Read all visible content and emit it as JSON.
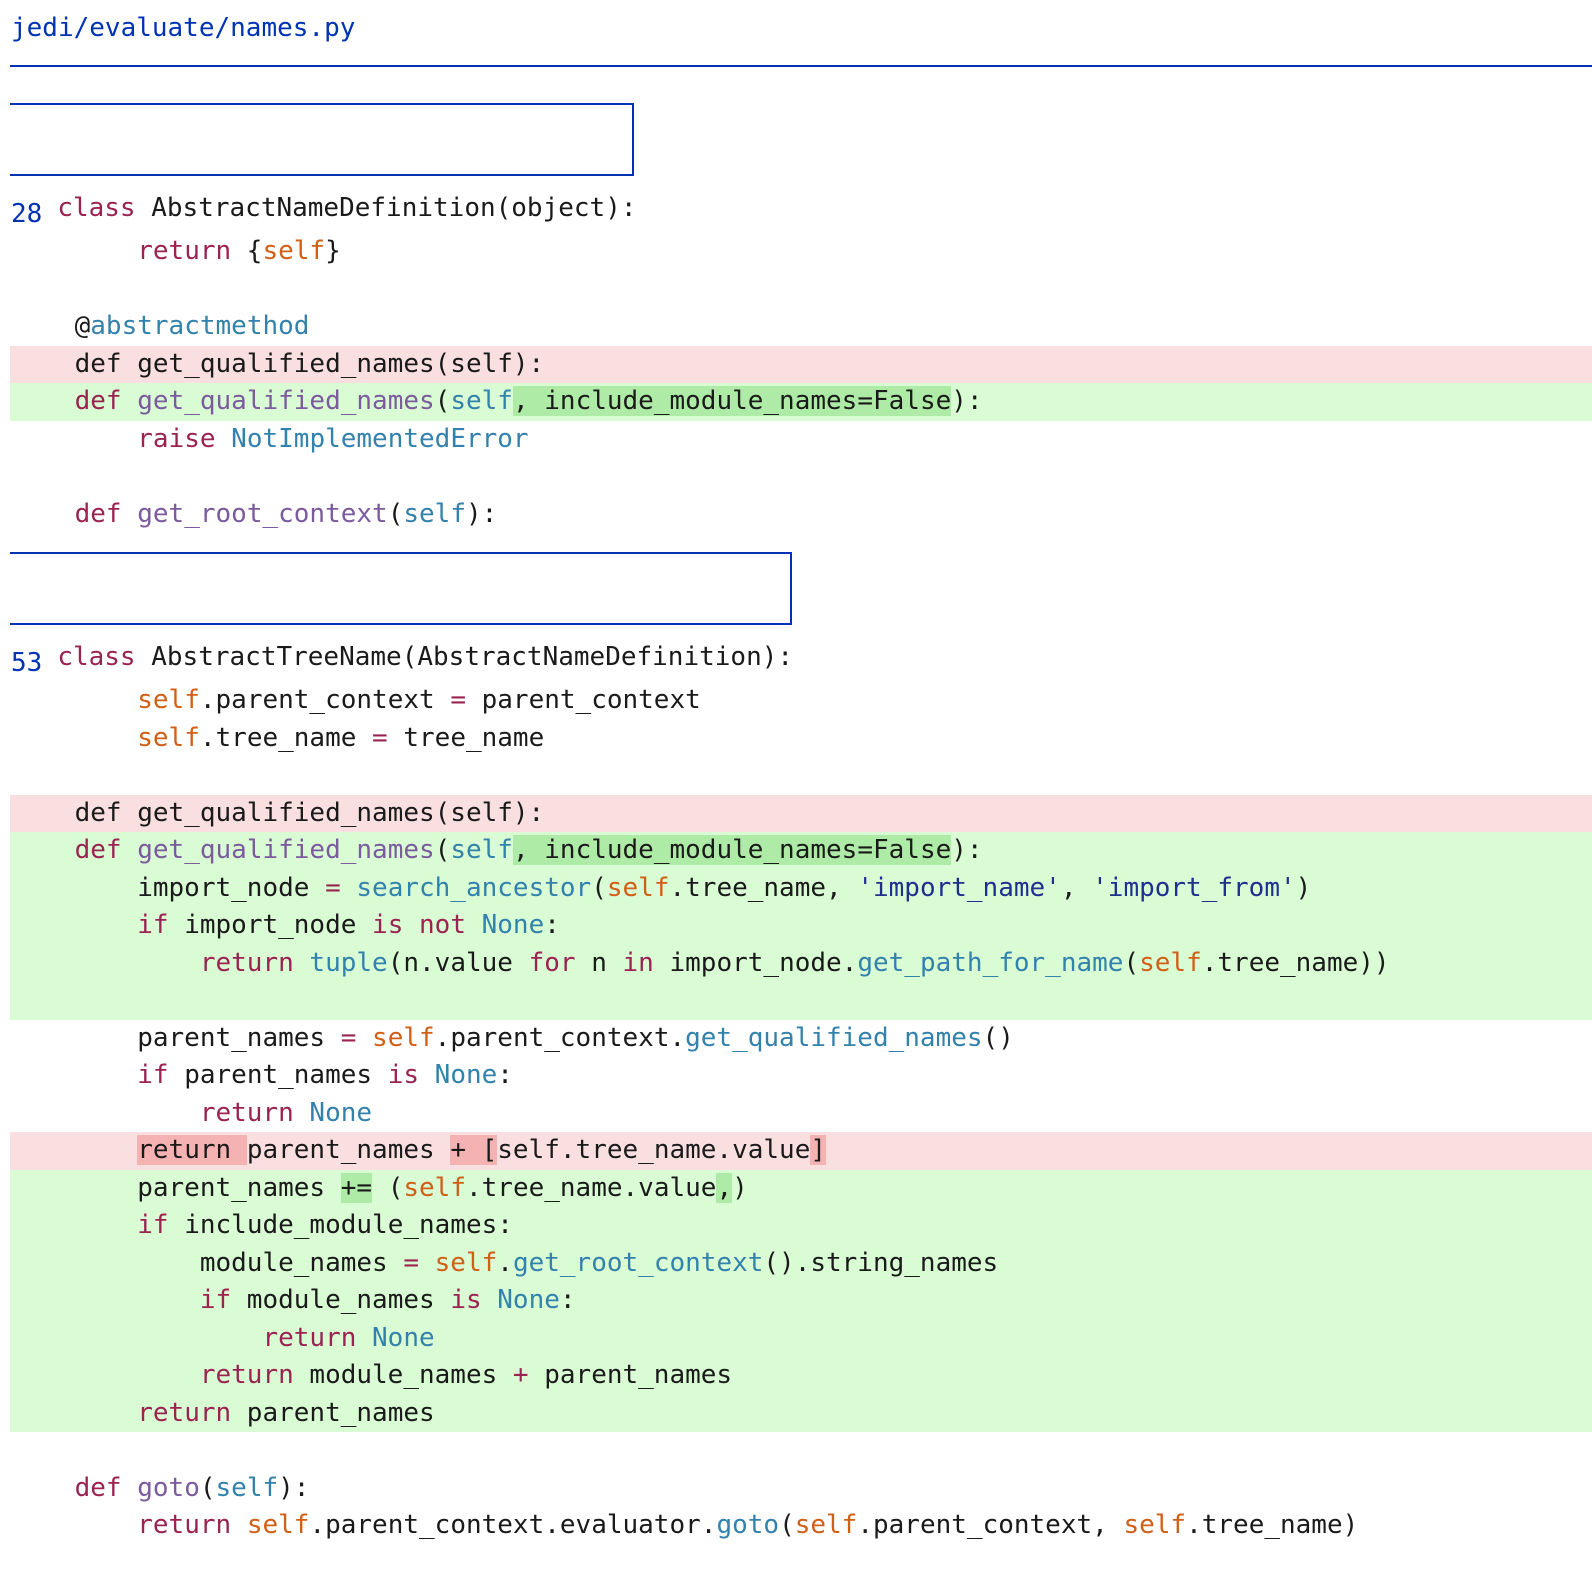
{
  "file": {
    "path": "jedi/evaluate/names.py"
  },
  "colors": {
    "accent": "#0033b3",
    "deleted_line_bg": "#f9dfdf",
    "deleted_word_bg": "#f4b2b2",
    "added_line_bg": "#d9fcd4",
    "added_word_bg": "#aeeba6",
    "keyword": "#9a2352",
    "self": "#d15f16",
    "builtin": "#3282ad",
    "function": "#7b5a9e",
    "string": "#1f2f8f"
  },
  "hunks": [
    {
      "class_header": {
        "keyword": "class",
        "signature": " AbstractNameDefinition(object):"
      },
      "line_number": "28",
      "lines": [
        {
          "type": "ctx",
          "tokens": [
            [
              "plain",
              "        "
            ],
            [
              "kw",
              "return"
            ],
            [
              "plain",
              " {"
            ],
            [
              "slf",
              "self"
            ],
            [
              "plain",
              "}"
            ]
          ]
        },
        {
          "type": "ctx",
          "tokens": [
            [
              "plain",
              " "
            ]
          ]
        },
        {
          "type": "ctx",
          "tokens": [
            [
              "plain",
              "    @"
            ],
            [
              "bi",
              "abstractmethod"
            ]
          ]
        },
        {
          "type": "del",
          "tokens": [
            [
              "plain",
              "    def get_qualified_names(self):"
            ]
          ]
        },
        {
          "type": "add",
          "tokens": [
            [
              "plain",
              "    "
            ],
            [
              "kw",
              "def"
            ],
            [
              "plain",
              " "
            ],
            [
              "fn",
              "get_qualified_names"
            ],
            [
              "plain",
              "("
            ],
            [
              "bi",
              "self"
            ],
            [
              "hl-add",
              ", include_module_names=False"
            ],
            [
              "plain",
              "):"
            ]
          ]
        },
        {
          "type": "ctx",
          "tokens": [
            [
              "plain",
              "        "
            ],
            [
              "kw",
              "raise"
            ],
            [
              "plain",
              " "
            ],
            [
              "bi",
              "NotImplementedError"
            ]
          ]
        },
        {
          "type": "ctx",
          "tokens": [
            [
              "plain",
              " "
            ]
          ]
        },
        {
          "type": "ctx",
          "tokens": [
            [
              "plain",
              "    "
            ],
            [
              "kw",
              "def"
            ],
            [
              "plain",
              " "
            ],
            [
              "fn",
              "get_root_context"
            ],
            [
              "plain",
              "("
            ],
            [
              "bi",
              "self"
            ],
            [
              "plain",
              "):"
            ]
          ]
        }
      ]
    },
    {
      "class_header": {
        "keyword": "class",
        "signature": " AbstractTreeName(AbstractNameDefinition):"
      },
      "line_number": "53",
      "lines": [
        {
          "type": "ctx",
          "tokens": [
            [
              "plain",
              "        "
            ],
            [
              "slf",
              "self"
            ],
            [
              "plain",
              ".parent_context "
            ],
            [
              "op",
              "="
            ],
            [
              "plain",
              " parent_context"
            ]
          ]
        },
        {
          "type": "ctx",
          "tokens": [
            [
              "plain",
              "        "
            ],
            [
              "slf",
              "self"
            ],
            [
              "plain",
              ".tree_name "
            ],
            [
              "op",
              "="
            ],
            [
              "plain",
              " tree_name"
            ]
          ]
        },
        {
          "type": "ctx",
          "tokens": [
            [
              "plain",
              " "
            ]
          ]
        },
        {
          "type": "del",
          "tokens": [
            [
              "plain",
              "    def get_qualified_names(self):"
            ]
          ]
        },
        {
          "type": "add",
          "tokens": [
            [
              "plain",
              "    "
            ],
            [
              "kw",
              "def"
            ],
            [
              "plain",
              " "
            ],
            [
              "fn",
              "get_qualified_names"
            ],
            [
              "plain",
              "("
            ],
            [
              "bi",
              "self"
            ],
            [
              "hl-add",
              ", include_module_names=False"
            ],
            [
              "plain",
              "):"
            ]
          ]
        },
        {
          "type": "add",
          "tokens": [
            [
              "plain",
              "        import_node "
            ],
            [
              "op",
              "="
            ],
            [
              "plain",
              " "
            ],
            [
              "bi",
              "search_ancestor"
            ],
            [
              "plain",
              "("
            ],
            [
              "slf",
              "self"
            ],
            [
              "plain",
              ".tree_name, "
            ],
            [
              "str",
              "'import_name'"
            ],
            [
              "plain",
              ", "
            ],
            [
              "str",
              "'import_from'"
            ],
            [
              "plain",
              ")"
            ]
          ]
        },
        {
          "type": "add",
          "tokens": [
            [
              "plain",
              "        "
            ],
            [
              "kw",
              "if"
            ],
            [
              "plain",
              " import_node "
            ],
            [
              "kw",
              "is not"
            ],
            [
              "plain",
              " "
            ],
            [
              "bi",
              "None"
            ],
            [
              "plain",
              ":"
            ]
          ]
        },
        {
          "type": "add",
          "tokens": [
            [
              "plain",
              "            "
            ],
            [
              "kw",
              "return"
            ],
            [
              "plain",
              " "
            ],
            [
              "bi",
              "tuple"
            ],
            [
              "plain",
              "(n.value "
            ],
            [
              "kw",
              "for"
            ],
            [
              "plain",
              " n "
            ],
            [
              "kw",
              "in"
            ],
            [
              "plain",
              " import_node."
            ],
            [
              "bi",
              "get_path_for_name"
            ],
            [
              "plain",
              "("
            ],
            [
              "slf",
              "self"
            ],
            [
              "plain",
              ".tree_name))"
            ]
          ]
        },
        {
          "type": "add",
          "tokens": [
            [
              "plain",
              " "
            ]
          ]
        },
        {
          "type": "ctx",
          "tokens": [
            [
              "plain",
              "        parent_names "
            ],
            [
              "op",
              "="
            ],
            [
              "plain",
              " "
            ],
            [
              "slf",
              "self"
            ],
            [
              "plain",
              ".parent_context."
            ],
            [
              "bi",
              "get_qualified_names"
            ],
            [
              "plain",
              "()"
            ]
          ]
        },
        {
          "type": "ctx",
          "tokens": [
            [
              "plain",
              "        "
            ],
            [
              "kw",
              "if"
            ],
            [
              "plain",
              " parent_names "
            ],
            [
              "kw",
              "is"
            ],
            [
              "plain",
              " "
            ],
            [
              "bi",
              "None"
            ],
            [
              "plain",
              ":"
            ]
          ]
        },
        {
          "type": "ctx",
          "tokens": [
            [
              "plain",
              "            "
            ],
            [
              "kw",
              "return"
            ],
            [
              "plain",
              " "
            ],
            [
              "bi",
              "None"
            ]
          ]
        },
        {
          "type": "del",
          "tokens": [
            [
              "plain",
              "        "
            ],
            [
              "hl-del",
              "return "
            ],
            [
              "plain",
              "parent_names "
            ],
            [
              "hl-del",
              "+ ["
            ],
            [
              "plain",
              "self.tree_name.value"
            ],
            [
              "hl-del",
              "]"
            ]
          ]
        },
        {
          "type": "add",
          "tokens": [
            [
              "plain",
              "        parent_names "
            ],
            [
              "hl-add",
              "+="
            ],
            [
              "plain",
              " ("
            ],
            [
              "slf",
              "self"
            ],
            [
              "plain",
              ".tree_name.value"
            ],
            [
              "hl-add",
              ","
            ],
            [
              "plain",
              ")"
            ]
          ]
        },
        {
          "type": "add",
          "tokens": [
            [
              "plain",
              "        "
            ],
            [
              "kw",
              "if"
            ],
            [
              "plain",
              " include_module_names:"
            ]
          ]
        },
        {
          "type": "add",
          "tokens": [
            [
              "plain",
              "            module_names "
            ],
            [
              "op",
              "="
            ],
            [
              "plain",
              " "
            ],
            [
              "slf",
              "self"
            ],
            [
              "plain",
              "."
            ],
            [
              "bi",
              "get_root_context"
            ],
            [
              "plain",
              "().string_names"
            ]
          ]
        },
        {
          "type": "add",
          "tokens": [
            [
              "plain",
              "            "
            ],
            [
              "kw",
              "if"
            ],
            [
              "plain",
              " module_names "
            ],
            [
              "kw",
              "is"
            ],
            [
              "plain",
              " "
            ],
            [
              "bi",
              "None"
            ],
            [
              "plain",
              ":"
            ]
          ]
        },
        {
          "type": "add",
          "tokens": [
            [
              "plain",
              "                "
            ],
            [
              "kw",
              "return"
            ],
            [
              "plain",
              " "
            ],
            [
              "bi",
              "None"
            ]
          ]
        },
        {
          "type": "add",
          "tokens": [
            [
              "plain",
              "            "
            ],
            [
              "kw",
              "return"
            ],
            [
              "plain",
              " module_names "
            ],
            [
              "op",
              "+"
            ],
            [
              "plain",
              " parent_names"
            ]
          ]
        },
        {
          "type": "add",
          "tokens": [
            [
              "plain",
              "        "
            ],
            [
              "kw",
              "return"
            ],
            [
              "plain",
              " parent_names"
            ]
          ]
        },
        {
          "type": "ctx",
          "tokens": [
            [
              "plain",
              " "
            ]
          ]
        },
        {
          "type": "ctx",
          "tokens": [
            [
              "plain",
              "    "
            ],
            [
              "kw",
              "def"
            ],
            [
              "plain",
              " "
            ],
            [
              "fn",
              "goto"
            ],
            [
              "plain",
              "("
            ],
            [
              "bi",
              "self"
            ],
            [
              "plain",
              "):"
            ]
          ]
        },
        {
          "type": "ctx",
          "tokens": [
            [
              "plain",
              "        "
            ],
            [
              "kw",
              "return"
            ],
            [
              "plain",
              " "
            ],
            [
              "slf",
              "self"
            ],
            [
              "plain",
              ".parent_context.evaluator."
            ],
            [
              "bi",
              "goto"
            ],
            [
              "plain",
              "("
            ],
            [
              "slf",
              "self"
            ],
            [
              "plain",
              ".parent_context, "
            ],
            [
              "slf",
              "self"
            ],
            [
              "plain",
              ".tree_name)"
            ]
          ]
        }
      ]
    }
  ]
}
